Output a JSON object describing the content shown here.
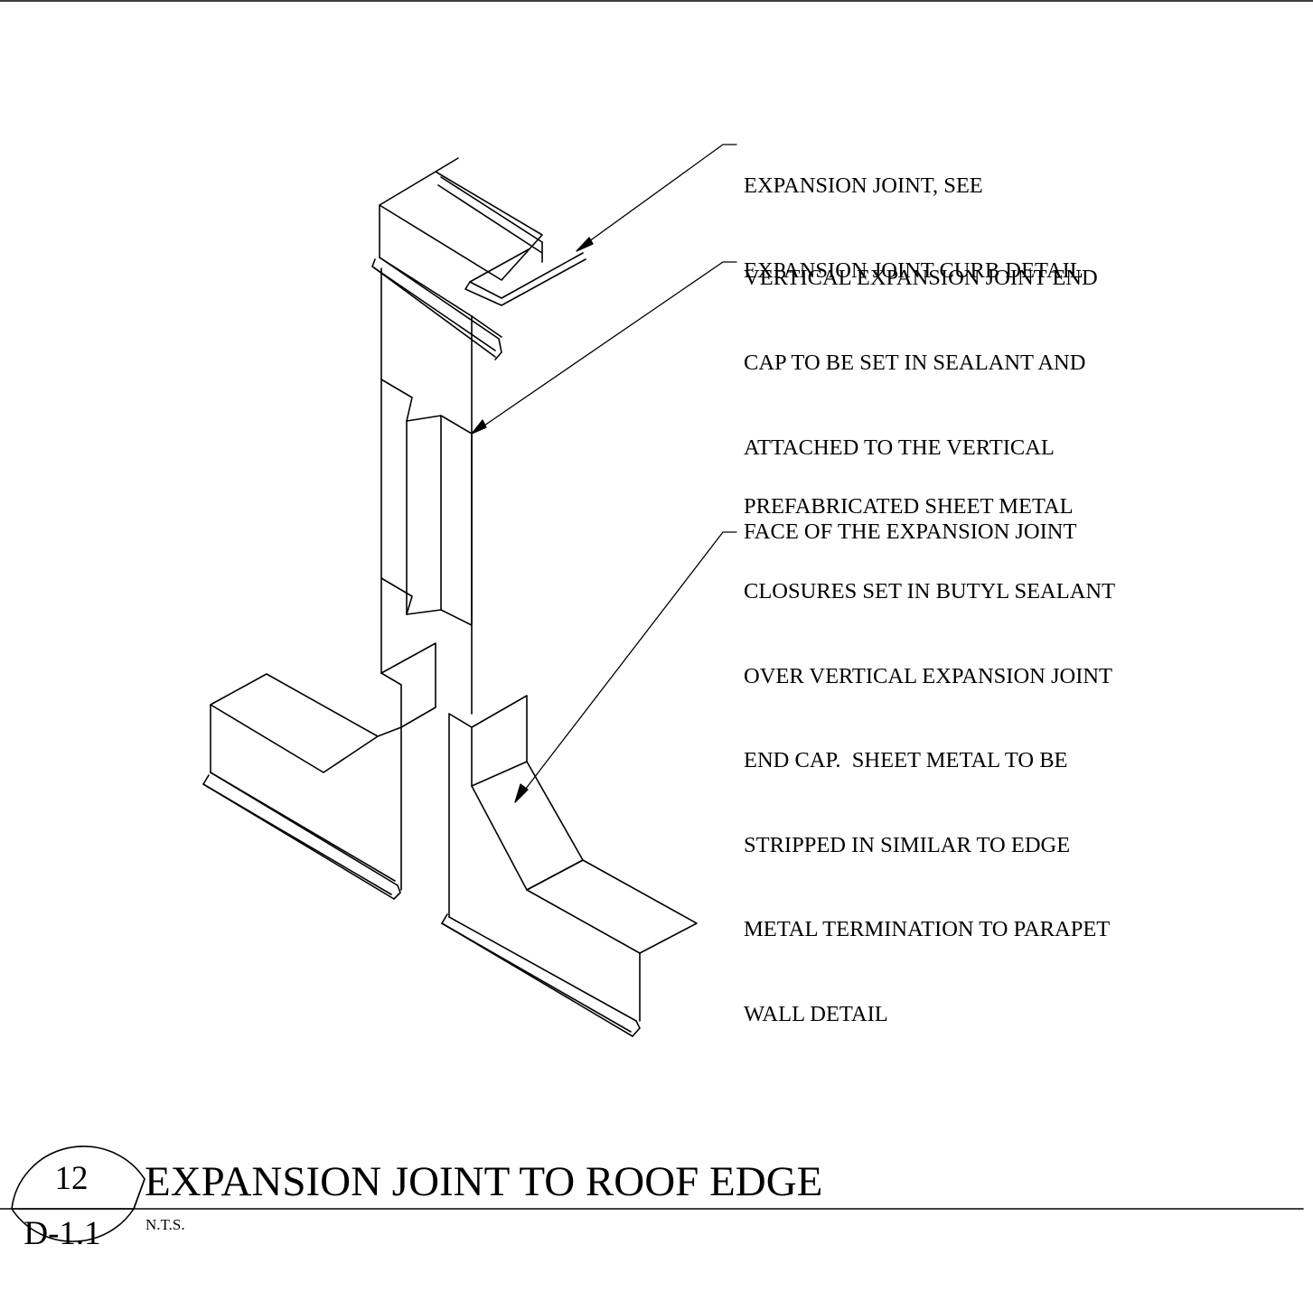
{
  "notes": {
    "note1": [
      "EXPANSION JOINT, SEE",
      "EXPANSION JOINT CURB DETAIL"
    ],
    "note2": [
      "VERTICAL EXPANSION JOINT END",
      "CAP TO BE SET IN SEALANT AND",
      "ATTACHED TO THE VERTICAL",
      "FACE OF THE EXPANSION JOINT"
    ],
    "note3": [
      "PREFABRICATED SHEET METAL",
      "CLOSURES SET IN BUTYL SEALANT",
      "OVER VERTICAL EXPANSION JOINT",
      "END CAP.  SHEET METAL TO BE",
      "STRIPPED IN SIMILAR TO EDGE",
      "METAL TERMINATION TO PARAPET",
      "WALL DETAIL"
    ]
  },
  "title_block": {
    "detail_number": "12",
    "sheet_number": "D-1.1",
    "title": "EXPANSION JOINT TO ROOF EDGE",
    "scale": "N.T.S."
  },
  "colors": {
    "line": "#000000",
    "background": "#ffffff"
  }
}
